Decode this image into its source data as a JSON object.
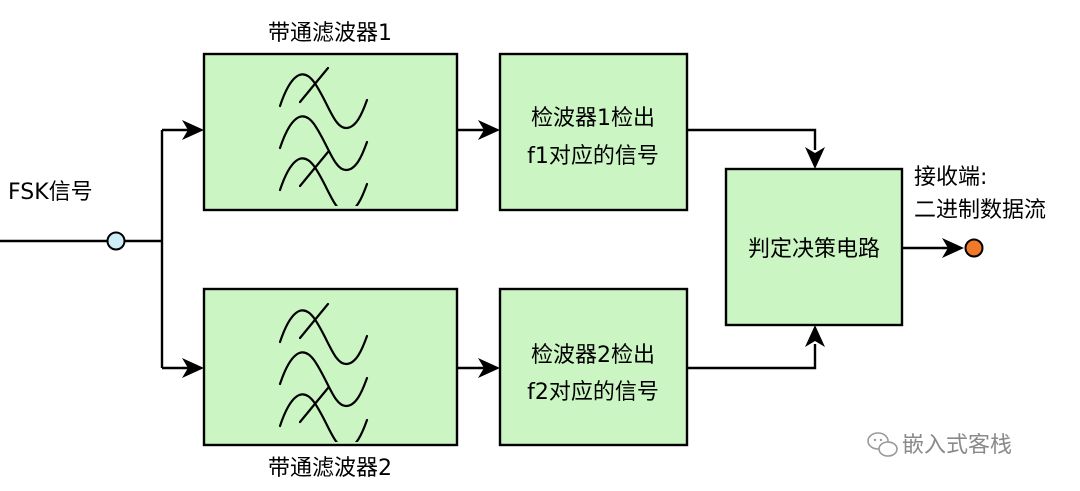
{
  "input": {
    "label": "FSK信号",
    "node_color": "#cdeef7"
  },
  "filter1": {
    "title": "带通滤波器1"
  },
  "filter2": {
    "title": "带通滤波器2"
  },
  "detector1": {
    "line1": "检波器1检出",
    "line2": "f1对应的信号"
  },
  "detector2": {
    "line1": "检波器2检出",
    "line2": "f2对应的信号"
  },
  "decision": {
    "label": "判定决策电路"
  },
  "output": {
    "line1": "接收端:",
    "line2": "二进制数据流",
    "node_color": "#f07a2a"
  },
  "watermark": {
    "text": "嵌入式客栈"
  },
  "colors": {
    "block_fill": "#ccf5c4",
    "stroke": "#000000"
  }
}
